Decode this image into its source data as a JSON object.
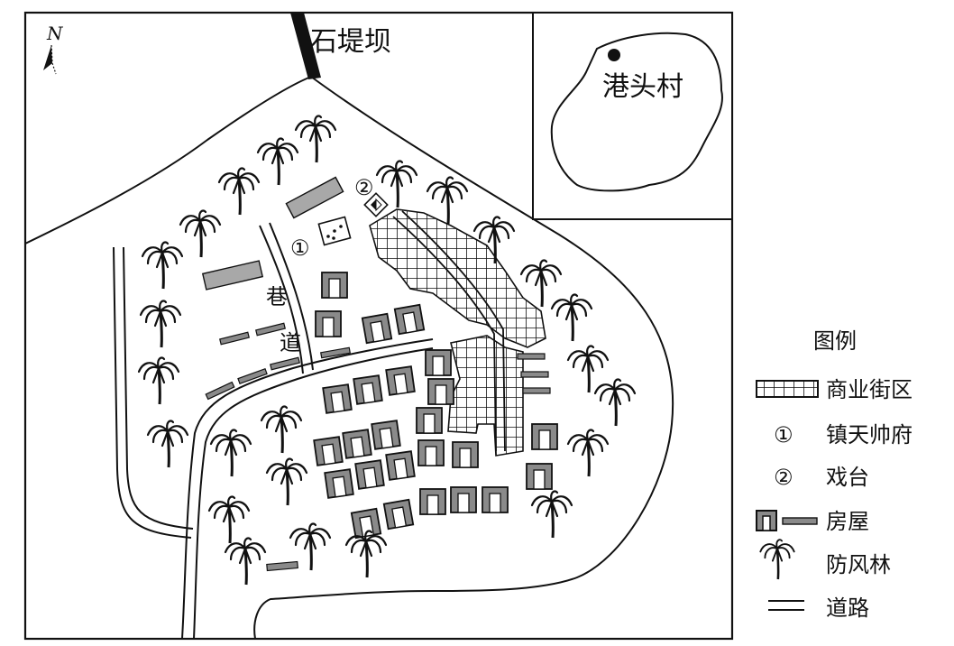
{
  "map": {
    "north_label": "N",
    "dam_label": "石堤坝",
    "lane_label": [
      "巷",
      "道"
    ],
    "marker_1": "①",
    "marker_2": "②"
  },
  "inset": {
    "village_label": "港头村"
  },
  "legend": {
    "title": "图例",
    "items": [
      {
        "symbol": "grid",
        "label": "商业街区"
      },
      {
        "symbol": "①",
        "label": "镇天帅府"
      },
      {
        "symbol": "②",
        "label": "戏台"
      },
      {
        "symbol": "house",
        "label": "房屋"
      },
      {
        "symbol": "palm",
        "label": "防风林"
      },
      {
        "symbol": "road",
        "label": "道路"
      }
    ]
  },
  "colors": {
    "ink": "#111111",
    "house_fill": "#8a8a8a",
    "long_house_fill": "#a8a8a8",
    "block_fill": "#ffffff"
  }
}
